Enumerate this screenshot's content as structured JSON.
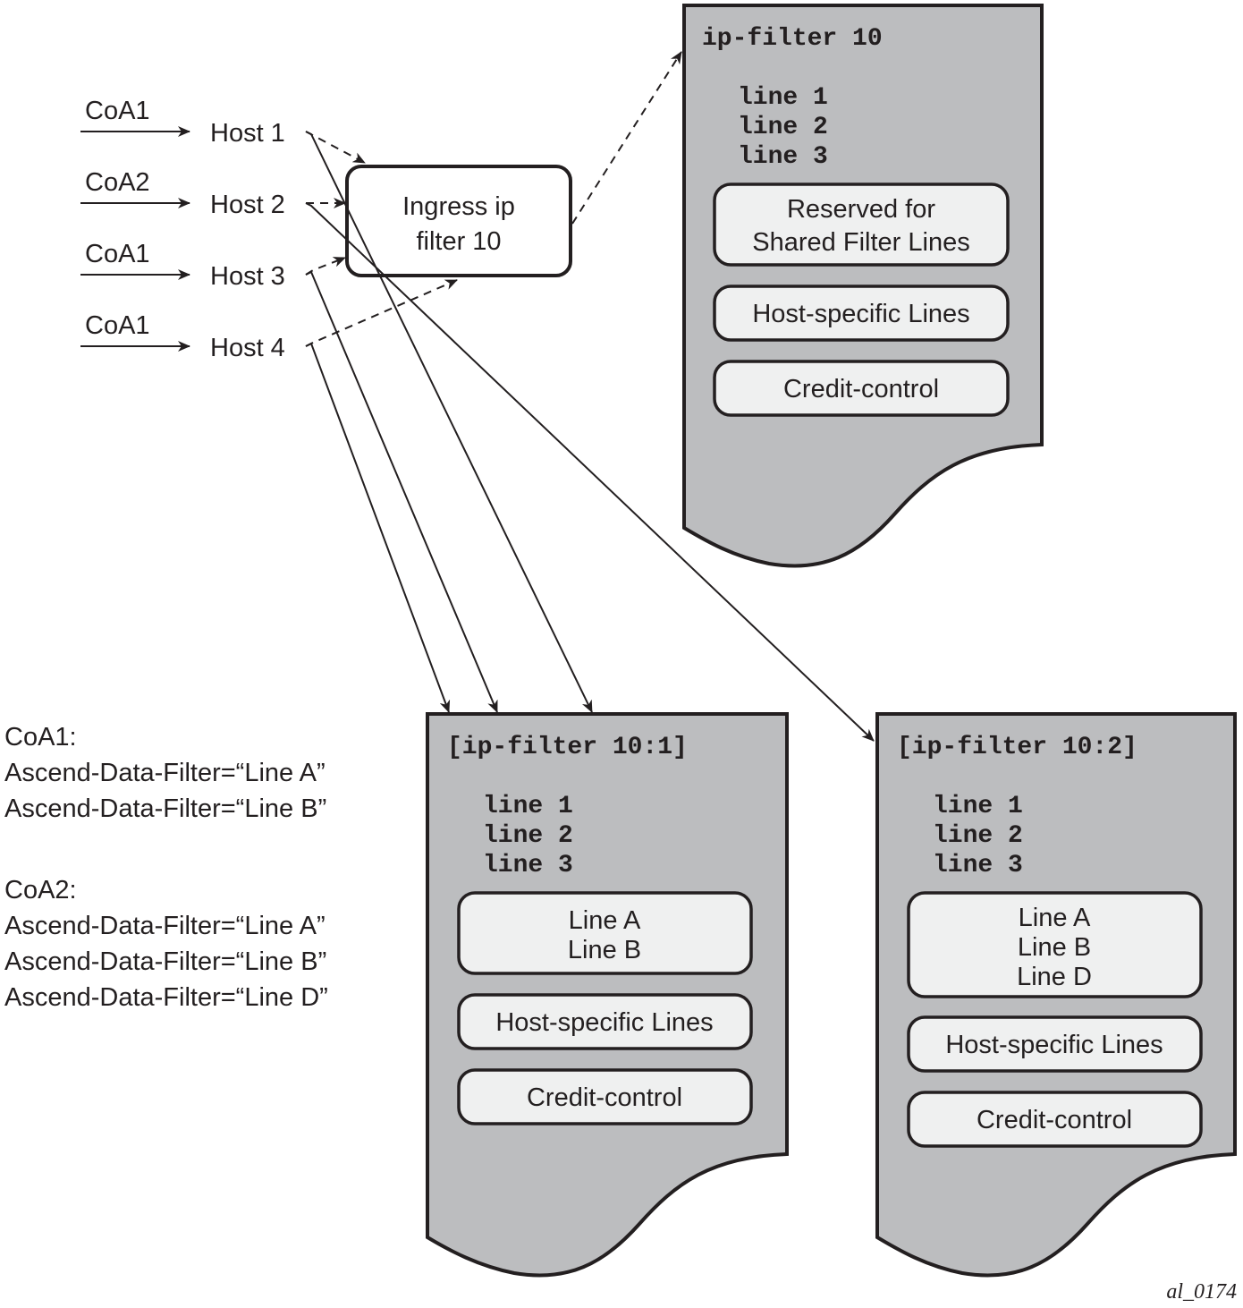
{
  "hosts": [
    {
      "coa": "CoA1",
      "label": "Host 1"
    },
    {
      "coa": "CoA2",
      "label": "Host 2"
    },
    {
      "coa": "CoA1",
      "label": "Host 3"
    },
    {
      "coa": "CoA1",
      "label": "Host 4"
    }
  ],
  "ingress": {
    "line1": "Ingress ip",
    "line2": "filter 10"
  },
  "filters": {
    "main": {
      "title": "ip-filter 10",
      "lines": [
        "line 1",
        "line 2",
        "line 3"
      ],
      "slots": [
        {
          "lines": [
            "Reserved for",
            "Shared Filter Lines"
          ]
        },
        {
          "lines": [
            "Host-specific Lines"
          ]
        },
        {
          "lines": [
            "Credit-control"
          ]
        }
      ]
    },
    "f1": {
      "title": "[ip-filter 10:1]",
      "lines": [
        "line 1",
        "line 2",
        "line 3"
      ],
      "slots": [
        {
          "lines": [
            "Line A",
            "Line B"
          ]
        },
        {
          "lines": [
            "Host-specific Lines"
          ]
        },
        {
          "lines": [
            "Credit-control"
          ]
        }
      ]
    },
    "f2": {
      "title": "[ip-filter 10:2]",
      "lines": [
        "line 1",
        "line 2",
        "line 3"
      ],
      "slots": [
        {
          "lines": [
            "Line A",
            "Line B",
            "Line D"
          ]
        },
        {
          "lines": [
            "Host-specific Lines"
          ]
        },
        {
          "lines": [
            "Credit-control"
          ]
        }
      ]
    }
  },
  "legend": {
    "coa1": {
      "title": "CoA1:",
      "attrs": [
        "Ascend-Data-Filter=“Line A”",
        "Ascend-Data-Filter=“Line B”"
      ]
    },
    "coa2": {
      "title": "CoA2:",
      "attrs": [
        "Ascend-Data-Filter=“Line A”",
        "Ascend-Data-Filter=“Line B”",
        "Ascend-Data-Filter=“Line D”"
      ]
    }
  },
  "figure_id": "al_0174"
}
